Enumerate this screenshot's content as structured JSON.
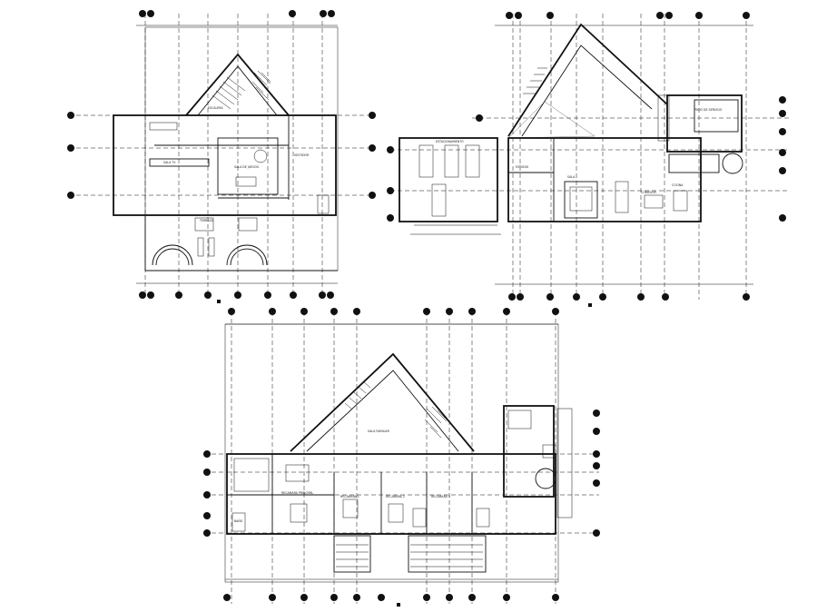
{
  "drawing": {
    "plans": [
      {
        "id": "plan-basement",
        "rooms": [
          {
            "name": "room-stair-area",
            "label": "ESCALERA"
          },
          {
            "name": "room-tv",
            "label": "SALA TV"
          },
          {
            "name": "room-games",
            "label": "SALA DE JUEGOS"
          },
          {
            "name": "room-storage",
            "label": "VESTIDOR"
          },
          {
            "name": "room-terrace",
            "label": "TERRAZA"
          }
        ]
      },
      {
        "id": "plan-ground",
        "rooms": [
          {
            "name": "room-garage",
            "label": "ESTACIONAMIENTO"
          },
          {
            "name": "room-living",
            "label": "SALA"
          },
          {
            "name": "room-dining",
            "label": "COMEDOR"
          },
          {
            "name": "room-kitchen",
            "label": "COCINA"
          },
          {
            "name": "room-studio",
            "label": "ESTUDIO"
          },
          {
            "name": "room-laundry",
            "label": "PATIO DE SERVICIO"
          }
        ]
      },
      {
        "id": "plan-upper",
        "rooms": [
          {
            "name": "room-master",
            "label": "RECAMARA PRINCIPAL"
          },
          {
            "name": "room-bedroom-1",
            "label": "RECAMARA 1"
          },
          {
            "name": "room-bedroom-2",
            "label": "RECAMARA 2"
          },
          {
            "name": "room-bedroom-3",
            "label": "RECAMARA 3"
          },
          {
            "name": "room-family",
            "label": "SALA FAMILIAR"
          },
          {
            "name": "room-bath",
            "label": "BAÑO"
          }
        ]
      }
    ]
  }
}
